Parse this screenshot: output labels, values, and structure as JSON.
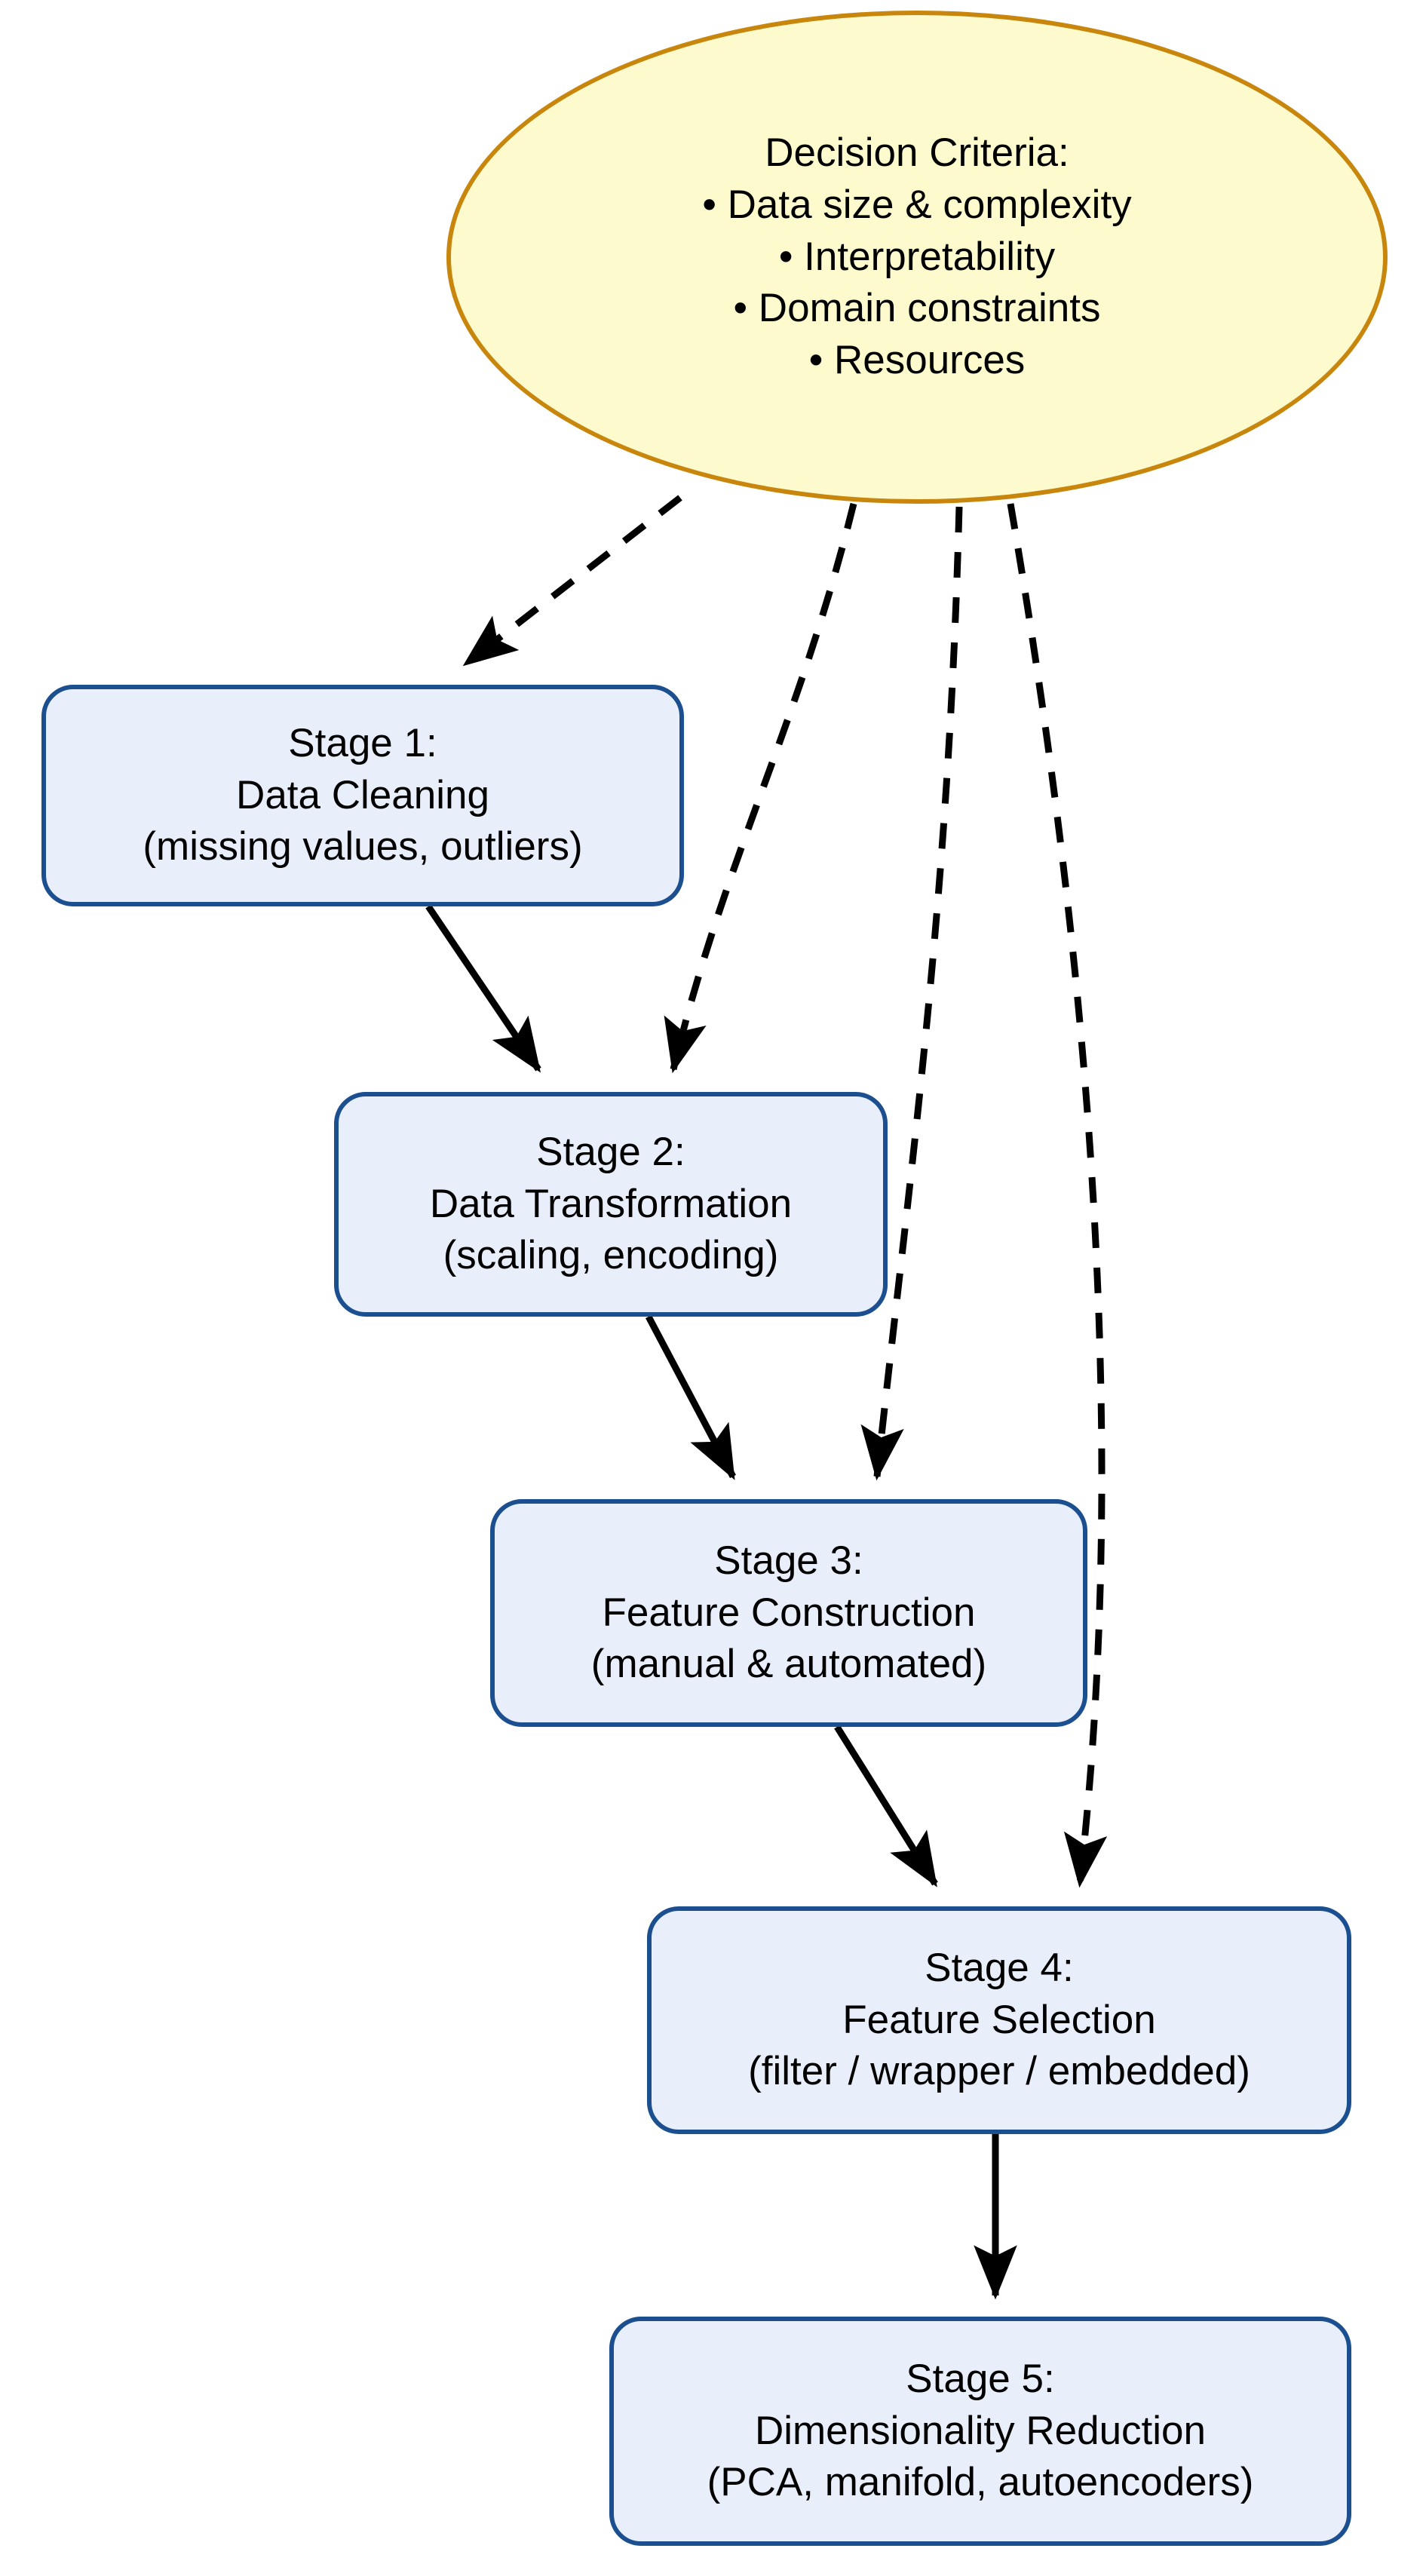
{
  "diagram": {
    "type": "flowchart",
    "orientation": "top-to-bottom",
    "background_color": "#ffffff",
    "colors": {
      "stage_fill": "#e9eefb",
      "stage_border": "#1b4f8f",
      "criteria_fill": "#fdfbcd",
      "criteria_border": "#c8860d",
      "edge_color": "#000000",
      "text_color": "#000000"
    },
    "nodes": [
      {
        "id": "criteria",
        "shape": "ellipse",
        "lines": [
          "Decision Criteria:",
          "• Data size & complexity",
          "• Interpretability",
          "• Domain constraints",
          "• Resources"
        ]
      },
      {
        "id": "stage1",
        "shape": "rounded-rect",
        "lines": [
          "Stage 1:",
          "Data Cleaning",
          "(missing values, outliers)"
        ]
      },
      {
        "id": "stage2",
        "shape": "rounded-rect",
        "lines": [
          "Stage 2:",
          "Data Transformation",
          "(scaling, encoding)"
        ]
      },
      {
        "id": "stage3",
        "shape": "rounded-rect",
        "lines": [
          "Stage 3:",
          "Feature Construction",
          "(manual & automated)"
        ]
      },
      {
        "id": "stage4",
        "shape": "rounded-rect",
        "lines": [
          "Stage 4:",
          "Feature Selection",
          "(filter / wrapper / embedded)"
        ]
      },
      {
        "id": "stage5",
        "shape": "rounded-rect",
        "lines": [
          "Stage 5:",
          "Dimensionality Reduction",
          "(PCA, manifold, autoencoders)"
        ]
      }
    ],
    "edges": [
      {
        "id": "e-s1-s2",
        "from": "stage1",
        "to": "stage2",
        "style": "solid",
        "label": ""
      },
      {
        "id": "e-s2-s3",
        "from": "stage2",
        "to": "stage3",
        "style": "solid",
        "label": ""
      },
      {
        "id": "e-s3-s4",
        "from": "stage3",
        "to": "stage4",
        "style": "solid",
        "label": ""
      },
      {
        "id": "e-s4-s5",
        "from": "stage4",
        "to": "stage5",
        "style": "solid",
        "label": ""
      },
      {
        "id": "e-c-s1",
        "from": "criteria",
        "to": "stage1",
        "style": "dashed",
        "label": ""
      },
      {
        "id": "e-c-s2",
        "from": "criteria",
        "to": "stage2",
        "style": "dashed",
        "label": ""
      },
      {
        "id": "e-c-s3",
        "from": "criteria",
        "to": "stage3",
        "style": "dashed",
        "label": ""
      },
      {
        "id": "e-c-s4",
        "from": "criteria",
        "to": "stage4",
        "style": "dashed",
        "label": ""
      }
    ]
  }
}
